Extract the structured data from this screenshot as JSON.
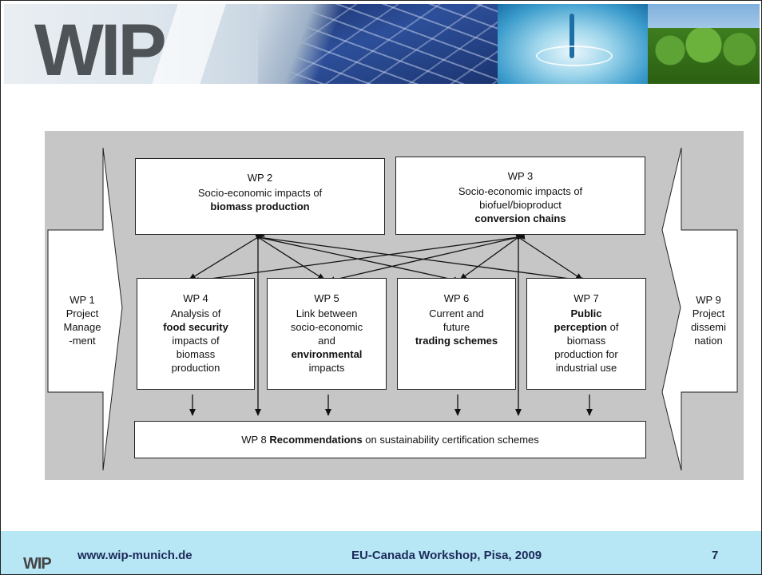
{
  "header": {
    "logo_text": "WIP"
  },
  "diagram": {
    "wp1": {
      "num": "WP 1",
      "lines": [
        "Project",
        "Manage",
        "-ment"
      ]
    },
    "wp2": {
      "num": "WP 2",
      "line1": "Socio-economic impacts of",
      "bold": "biomass production"
    },
    "wp3": {
      "num": "WP 3",
      "line1": "Socio-economic impacts of",
      "line2": "biofuel/bioproduct",
      "bold": "conversion chains"
    },
    "wp4": {
      "num": "WP 4",
      "line1": "Analysis of",
      "bold": "food security",
      "line2": "impacts of",
      "line3": "biomass",
      "line4": "production"
    },
    "wp5": {
      "num": "WP 5",
      "line1": "Link between",
      "line2": "socio-economic",
      "line3": "and",
      "bold": "environmental",
      "line4": "impacts"
    },
    "wp6": {
      "num": "WP 6",
      "line1": "Current and",
      "line2": "future",
      "bold": "trading schemes"
    },
    "wp7": {
      "num": "WP 7",
      "bold1": "Public",
      "bold2": "perception",
      "line1": " of",
      "line2": "biomass",
      "line3": "production for",
      "line4": "industrial use"
    },
    "wp8": {
      "num": "WP 8 ",
      "bold": "Recommendations",
      "rest": " on sustainability certification schemes"
    },
    "wp9": {
      "num": "WP 9",
      "lines": [
        "Project",
        "dissemi",
        "nation"
      ]
    }
  },
  "footer": {
    "logo": "WIP",
    "url": "www.wip-munich.de",
    "event": "EU-Canada Workshop, Pisa, 2009",
    "page": "7"
  }
}
